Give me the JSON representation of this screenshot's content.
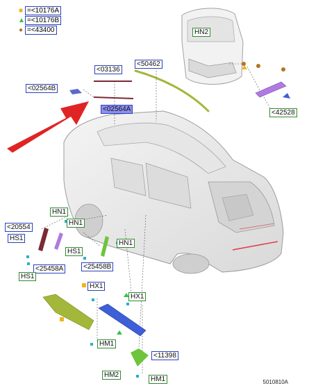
{
  "legend": [
    {
      "symbol": "square",
      "color": "#f0b418",
      "text": "=<10176A"
    },
    {
      "symbol": "triangle",
      "color": "#33c24a",
      "text": "=<10176B"
    },
    {
      "symbol": "circle",
      "color": "#b37422",
      "text": "=<43400"
    }
  ],
  "labels": {
    "hn2": "HN2",
    "p50462": "<50462",
    "p03136": "<03136",
    "p02564b": "<02564B",
    "p02564a": "<02564A",
    "p42528": "<42528",
    "hn1_a": "HN1",
    "hn1_b": "HN1",
    "hn1_c": "HN1",
    "p20554": "<20554",
    "hs1_a": "HS1",
    "hs1_b": "HS1",
    "hs1_c": "HS1",
    "p25458a": "<25458A",
    "p25458b": "<25458B",
    "hx1_a": "HX1",
    "hx1_b": "HX1",
    "hm1_a": "HM1",
    "p11398": "<11398",
    "hm2": "HM2",
    "hm1_b": "HM1"
  },
  "reference": "5010810A",
  "colors": {
    "label_border_blue": "#2a3fbf",
    "label_border_green": "#2f8a2f",
    "highlight": "#8e8ff0",
    "arrow": "#e02424",
    "trim_olive": "#a3b83a",
    "trim_blue": "#3e5fd8",
    "trim_purple": "#b07ae0",
    "trim_maroon": "#7a2a34",
    "trim_green": "#6ec43a",
    "clip_teal": "#2ab0c8"
  }
}
